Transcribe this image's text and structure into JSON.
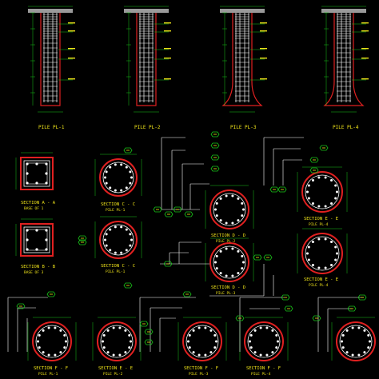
{
  "colors": {
    "background": "#000000",
    "rebar": "#ffffff",
    "outline": "#e02020",
    "dimension": "#19c419",
    "label": "#f0e41a",
    "pile_cap": "#9a9a9a"
  },
  "piles": [
    {
      "label": "PILE PL-1"
    },
    {
      "label": "PILE PL-2"
    },
    {
      "label": "PILE PL-3"
    },
    {
      "label": "PILE PL-4"
    }
  ],
  "sections": [
    {
      "title": "SECTION A - A",
      "subtitle": "BASE OF 1"
    },
    {
      "title": "SECTION B - B",
      "subtitle": "BASE OF 3"
    },
    {
      "title": "SECTION C - C",
      "subtitle": "PILE PL-1"
    },
    {
      "title": "SECTION C - C",
      "subtitle": "PILE PL-1"
    },
    {
      "title": "SECTION D - D",
      "subtitle": "PILE PL-2"
    },
    {
      "title": "SECTION D - D",
      "subtitle": "PILE PL-3"
    },
    {
      "title": "SECTION E - E",
      "subtitle": "PILE PL-4"
    },
    {
      "title": "SECTION E - E",
      "subtitle": "PILE PL-4"
    },
    {
      "title": "SECTION F - F",
      "subtitle": "PILE PL-1"
    },
    {
      "title": "SECTION E - E",
      "subtitle": "PILE PL-2"
    },
    {
      "title": "SECTION F - F",
      "subtitle": "PILE PL-3"
    },
    {
      "title": "SECTION F - F",
      "subtitle": "PILE PL-4"
    }
  ]
}
